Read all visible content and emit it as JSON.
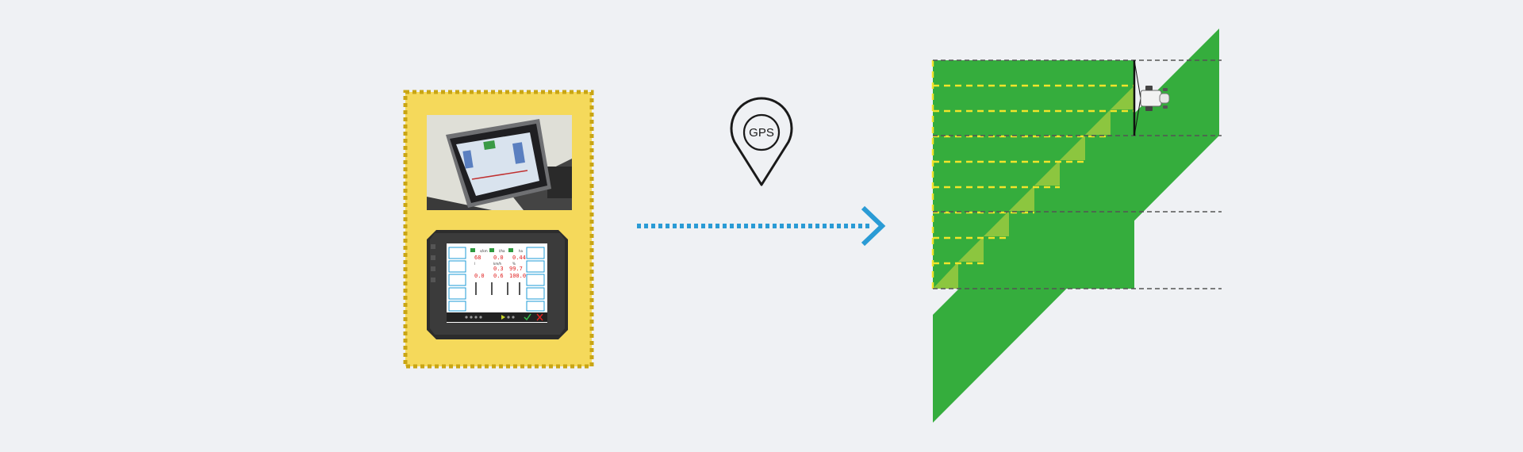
{
  "gps_pin": {
    "label": "GPS",
    "icon": "location-pin-icon"
  },
  "colors": {
    "background": "#eff1f4",
    "device_panel_fill": "#f5d95b",
    "device_panel_border": "#c9a514",
    "arrow": "#2a9bd5",
    "field_green": "#35ad3d",
    "overlap_lime": "#8cc63f",
    "swath_line": "#f2e42a",
    "guide_line": "#555555",
    "terminal_body": "#2c2c2c",
    "terminal_screen": "#ffffff"
  },
  "photo_terminal_screen": {
    "icon": "mounted-terminal-photo"
  },
  "isobus_terminal_screen": {
    "icon": "isobus-terminal-icon",
    "readouts": [
      {
        "label": "s/km",
        "value": "68"
      },
      {
        "label": "l/ha",
        "value": "0.0"
      },
      {
        "label": "ha",
        "value": "0.44"
      },
      {
        "label": "l",
        "value": "0.0"
      },
      {
        "label": "km/h",
        "value": "0.3"
      },
      {
        "label": "%",
        "value": "99.7"
      },
      {
        "label": "",
        "value": "0.6"
      },
      {
        "label": "",
        "value": "100.0"
      }
    ]
  }
}
